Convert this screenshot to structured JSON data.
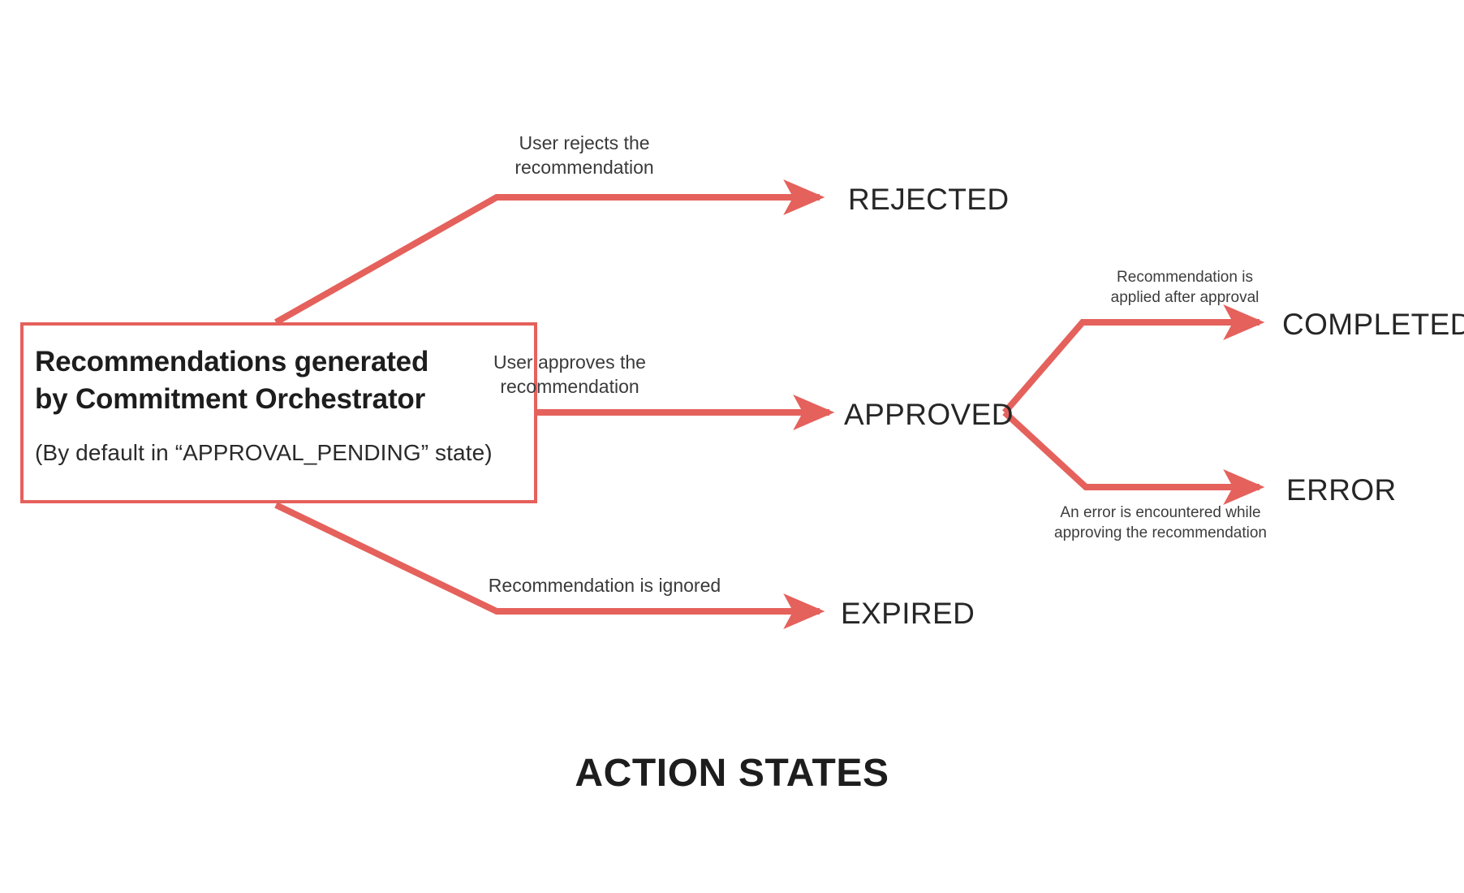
{
  "diagram": {
    "caption": "ACTION STATES",
    "accent_color": "#e5615c",
    "text_color": "#262626",
    "background": "#ffffff",
    "source_node": {
      "title": "Recommendations generated\nby Commitment Orchestrator",
      "subtitle": "(By default in “APPROVAL_PENDING” state)"
    },
    "states": {
      "rejected": "REJECTED",
      "approved": "APPROVED",
      "expired": "EXPIRED",
      "completed": "COMPLETED",
      "error": "ERROR"
    },
    "transitions": {
      "to_rejected": "User rejects the\nrecommendation",
      "to_approved": "User approves the\nrecommendation",
      "to_expired": "Recommendation is ignored",
      "to_completed": "Recommendation is\napplied after approval",
      "to_error": "An error is encountered while\napproving the recommendation"
    }
  }
}
